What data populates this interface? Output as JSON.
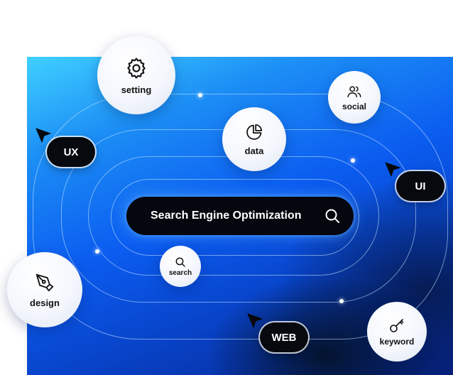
{
  "search": {
    "label": "Search Engine Optimization",
    "icon": "search-icon"
  },
  "nodes": {
    "setting": {
      "label": "setting",
      "icon": "gear-icon"
    },
    "social": {
      "label": "social",
      "icon": "users-icon"
    },
    "data": {
      "label": "data",
      "icon": "pie-chart-icon"
    },
    "search": {
      "label": "search",
      "icon": "search-icon"
    },
    "design": {
      "label": "design",
      "icon": "pen-tool-icon"
    },
    "keyword": {
      "label": "keyword",
      "icon": "key-icon"
    }
  },
  "tags": {
    "ux": "UX",
    "ui": "UI",
    "web": "WEB"
  },
  "colors": {
    "panel_light": "#3fd0ff",
    "panel_mid": "#0b5cf0",
    "panel_dark": "#06238a",
    "pill": "#07090f",
    "node": "#ffffff"
  }
}
